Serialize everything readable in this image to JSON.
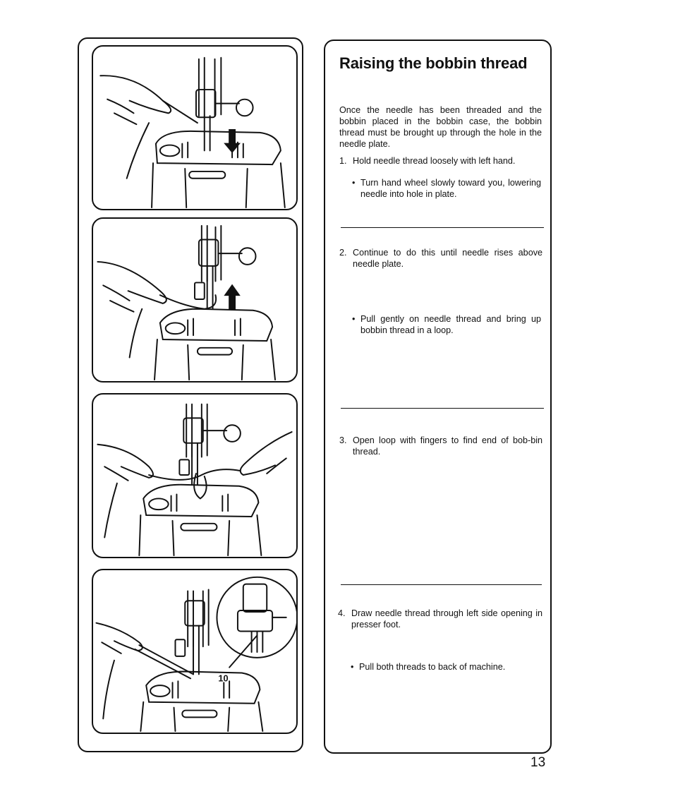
{
  "section": {
    "title": "Raising the bobbin thread",
    "intro": "Once the needle has been threaded and the bobbin placed in the bobbin case, the bobbin thread must be brought up through the hole in the needle plate."
  },
  "steps": [
    {
      "number": "1.",
      "text": "Hold needle thread loosely with left hand.",
      "bullet": "Turn hand wheel slowly toward you, lowering needle into hole in plate."
    },
    {
      "number": "2.",
      "text": "Continue to do this until needle rises above needle plate.",
      "bullet": "Pull gently on needle thread and bring up bobbin thread in a loop."
    },
    {
      "number": "3.",
      "text": "Open loop with fingers to find end of bob-bin thread."
    },
    {
      "number": "4.",
      "text": "Draw needle thread through left side opening in presser foot.",
      "bullet": "Pull both threads to back of machine."
    }
  ],
  "figures": {
    "callout_label": "10"
  },
  "page_number": "13",
  "bullet_glyph": "•"
}
